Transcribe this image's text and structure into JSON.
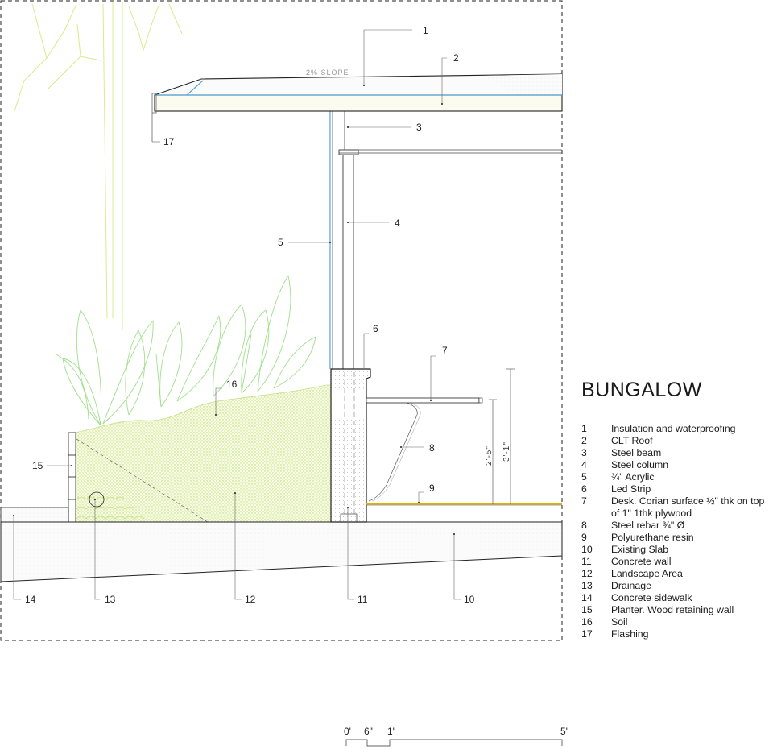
{
  "drawing": {
    "slope_note": "2% SLOPE",
    "dim_upper": "3'-1\"",
    "dim_lower": "2'-5\"",
    "scale_ticks": [
      "0'",
      "6\"",
      "1'",
      "5'"
    ]
  },
  "callouts": [
    "1",
    "2",
    "3",
    "4",
    "5",
    "6",
    "7",
    "8",
    "9",
    "10",
    "11",
    "12",
    "13",
    "14",
    "15",
    "16",
    "17"
  ],
  "legend": {
    "title": "BUNGALOW",
    "items": [
      {
        "num": "1",
        "text": "Insulation and waterproofing"
      },
      {
        "num": "2",
        "text": "CLT Roof"
      },
      {
        "num": "3",
        "text": "Steel beam"
      },
      {
        "num": "4",
        "text": "Steel column"
      },
      {
        "num": "5",
        "text": "¾\" Acrylic"
      },
      {
        "num": "6",
        "text": "Led Strip"
      },
      {
        "num": "7",
        "text": "Desk. Corian surface ½\" thk on top of 1\" 1thk plywood"
      },
      {
        "num": "8",
        "text": "Steel rebar ¾\" Ø"
      },
      {
        "num": "9",
        "text": "Polyurethane resin"
      },
      {
        "num": "10",
        "text": "Existing Slab"
      },
      {
        "num": "11",
        "text": "Concrete wall"
      },
      {
        "num": "12",
        "text": "Landscape Area"
      },
      {
        "num": "13",
        "text": "Drainage"
      },
      {
        "num": "14",
        "text": "Concrete sidewalk"
      },
      {
        "num": "15",
        "text": "Planter. Wood retaining wall"
      },
      {
        "num": "16",
        "text": "Soil"
      },
      {
        "num": "17",
        "text": "Flashing"
      }
    ]
  },
  "colors": {
    "line": "#1a1a1a",
    "plant": "#9fe08a",
    "soil": "#d7ec8c",
    "acrylic": "#58a8d8",
    "resin": "#e2b100",
    "leader": "#666666"
  }
}
